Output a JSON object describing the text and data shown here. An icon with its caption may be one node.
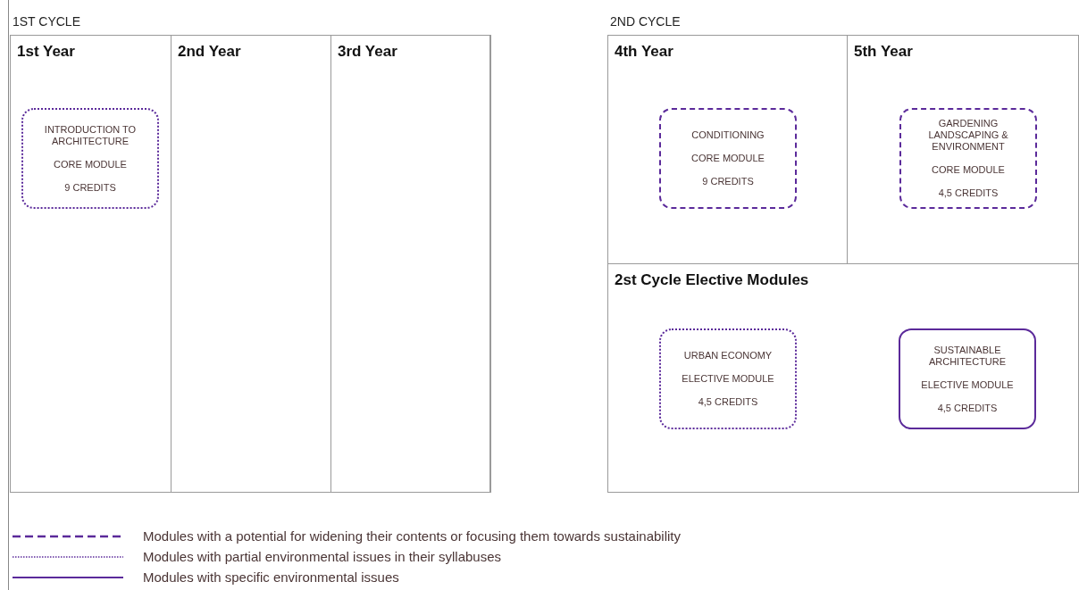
{
  "diagram": {
    "nodes": [
      {
        "text": [
          "1ST CYCLE"
        ]
      },
      {
        "text": [
          "1st Year"
        ],
        "in": 0
      },
      {
        "text": [
          "2nd Year"
        ],
        "in": 0
      },
      {
        "text": [
          "3rd Year"
        ],
        "in": 0
      },
      {
        "text": [
          "INTRODUCTION TO ARCHITECTURE",
          "CORE MODULE",
          "9 CREDITS"
        ],
        "in": 1
      },
      {
        "text": [
          "2ND CYCLE"
        ]
      },
      {
        "text": [
          "4th Year"
        ],
        "in": 5
      },
      {
        "text": [
          "CONDITIONING",
          "CORE MODULE",
          "9 CREDITS"
        ],
        "in": 6
      },
      {
        "text": [
          "5th Year"
        ],
        "in": 5
      },
      {
        "text": [
          "GARDENING LANDSCAPING & ENVIRONMENT",
          "CORE MODULE",
          "4,5 CREDITS"
        ],
        "in": 8
      },
      {
        "text": [
          "2st Cycle Elective Modules"
        ],
        "in": 5
      },
      {
        "text": [
          "URBAN ECONOMY",
          "ELECTIVE MODULE",
          "4,5 CREDITS"
        ],
        "in": 10
      },
      {
        "text": [
          "SUSTAINABLE ARCHITECTURE",
          "ELECTIVE MODULE",
          "4,5 CREDITS"
        ],
        "in": 10
      }
    ],
    "legend": [
      {
        "text": "Modules with a potential for widening their contents or focusing them towards sustainability"
      },
      {
        "text": "Modules with partial environmental issues in their syllabuses"
      },
      {
        "text": "Modules with specific environmental issues"
      }
    ]
  }
}
